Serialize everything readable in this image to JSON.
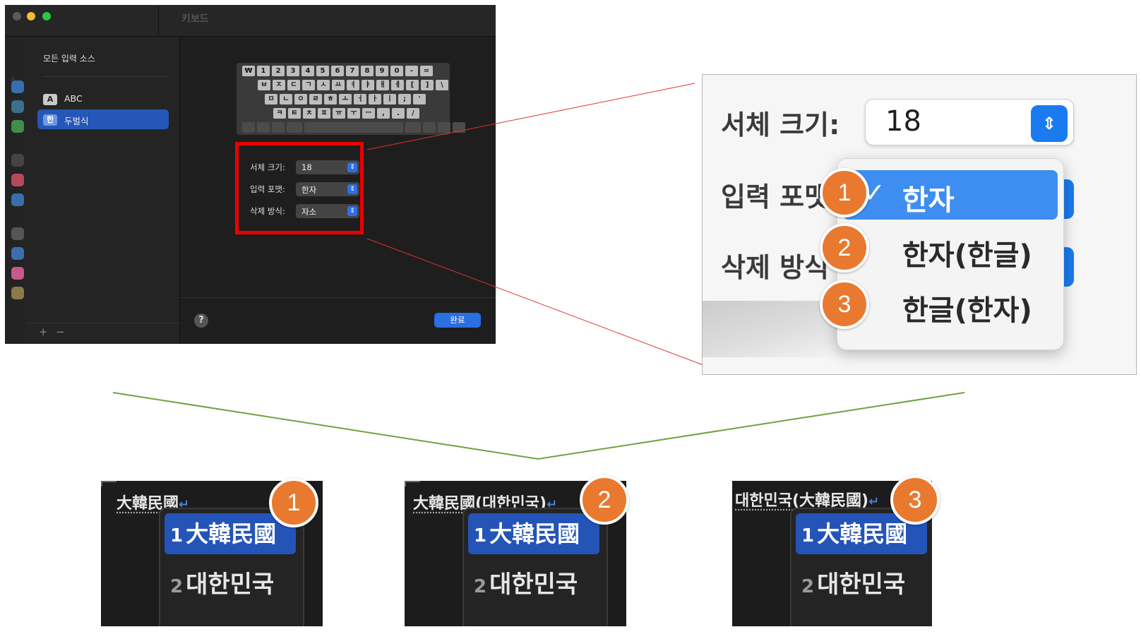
{
  "window": {
    "title": "키보드"
  },
  "sidebar": {
    "heading": "모든 입력 소스",
    "items": [
      {
        "badge": "A",
        "label": "ABC",
        "selected": false
      },
      {
        "badge": "한",
        "label": "두벌식",
        "selected": true
      }
    ],
    "add_label": "+",
    "remove_label": "−"
  },
  "keyboard": {
    "rows": [
      [
        "₩",
        "1",
        "2",
        "3",
        "4",
        "5",
        "6",
        "7",
        "8",
        "9",
        "0",
        "-",
        "="
      ],
      [
        "ㅂ",
        "ㅈ",
        "ㄷ",
        "ㄱ",
        "ㅅ",
        "ㅛ",
        "ㅕ",
        "ㅑ",
        "ㅐ",
        "ㅔ",
        "[",
        "]",
        "\\"
      ],
      [
        "ㅁ",
        "ㄴ",
        "ㅇ",
        "ㄹ",
        "ㅎ",
        "ㅗ",
        "ㅓ",
        "ㅏ",
        "ㅣ",
        ";",
        "'"
      ],
      [
        "ㅋ",
        "ㅌ",
        "ㅊ",
        "ㅍ",
        "ㅠ",
        "ㅜ",
        "ㅡ",
        ",",
        ".",
        "/"
      ]
    ]
  },
  "settings": {
    "font_size": {
      "label": "서체 크기:",
      "value": "18"
    },
    "input_format": {
      "label": "입력 포맷:",
      "value": "한자"
    },
    "delete_mode": {
      "label": "삭제 방식:",
      "value": "자소"
    }
  },
  "footer": {
    "help_label": "?",
    "done_label": "완료"
  },
  "zoom": {
    "font_size_label": "서체 크기:",
    "font_size_value": "18",
    "input_format_label": "입력 포맷",
    "delete_mode_label": "삭제 방식",
    "options": [
      {
        "label": "한자",
        "checked": true,
        "badge": "1"
      },
      {
        "label": "한자(한글)",
        "checked": false,
        "badge": "2"
      },
      {
        "label": "한글(한자)",
        "checked": false,
        "badge": "3"
      }
    ],
    "check_mark": "✓"
  },
  "results": [
    {
      "badge": "1",
      "text": "大韓民國",
      "candidate1_num": "1",
      "candidate1": "大韓民國",
      "candidate2_num": "2",
      "candidate2": "대한민국"
    },
    {
      "badge": "2",
      "text": "大韓民國(대한민국)",
      "candidate1_num": "1",
      "candidate1": "大韓民國",
      "candidate2_num": "2",
      "candidate2": "대한민국"
    },
    {
      "badge": "3",
      "text": "대한민국(大韓民國)",
      "candidate1_num": "1",
      "candidate1": "大韓民國",
      "candidate2_num": "2",
      "candidate2": "대한민국"
    }
  ],
  "colors": {
    "highlight_box": "#ea0000",
    "badge": "#e8792f",
    "accent": "#2a6fe4",
    "connector_green": "#6ea33f"
  }
}
